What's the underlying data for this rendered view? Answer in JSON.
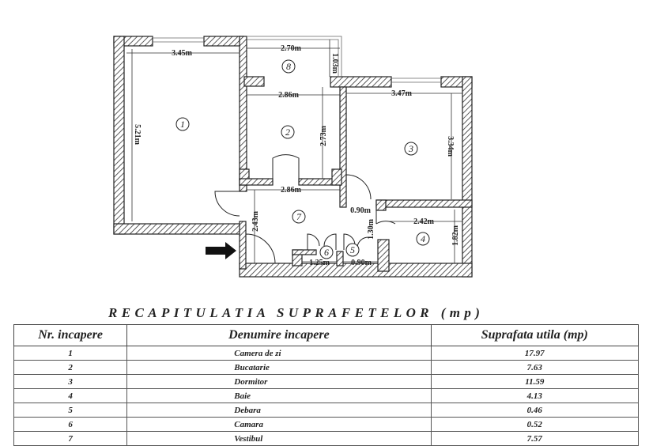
{
  "plan": {
    "rooms": [
      {
        "number": "1"
      },
      {
        "number": "2"
      },
      {
        "number": "3"
      },
      {
        "number": "4"
      },
      {
        "number": "5"
      },
      {
        "number": "6"
      },
      {
        "number": "7"
      },
      {
        "number": "8"
      }
    ],
    "dimensions": {
      "d1_width": "3.45m",
      "d1_height": "5.21m",
      "d8_width": "2.70m",
      "d8_height": "1.03m",
      "d2_width": "2.86m",
      "d2_height": "2.73m",
      "d3_width": "3.47m",
      "d3_height": "3.34m",
      "d7_width": "2.86m",
      "d7_height": "2.43m",
      "d_hall": "0.90m",
      "d_hall_v": "1.30m",
      "d4_width": "2.42m",
      "d4_height": "1.82m",
      "d6_width": "1.25m",
      "d5_width": "0.90m"
    },
    "entrance": "arrow-right-icon"
  },
  "summary": {
    "title": "RECAPITULATIA SUPRAFETELOR (mp)",
    "headers": [
      "Nr. incapere",
      "Denumire incapere",
      "Suprafata utila (mp)"
    ],
    "rows": [
      {
        "nr": "1",
        "name": "Camera de zi",
        "area": "17.97"
      },
      {
        "nr": "2",
        "name": "Bucatarie",
        "area": "7.63"
      },
      {
        "nr": "3",
        "name": "Dormitor",
        "area": "11.59"
      },
      {
        "nr": "4",
        "name": "Baie",
        "area": "4.13"
      },
      {
        "nr": "5",
        "name": "Debara",
        "area": "0.46"
      },
      {
        "nr": "6",
        "name": "Camara",
        "area": "0.52"
      },
      {
        "nr": "7",
        "name": "Vestibul",
        "area": "7.57"
      }
    ]
  }
}
